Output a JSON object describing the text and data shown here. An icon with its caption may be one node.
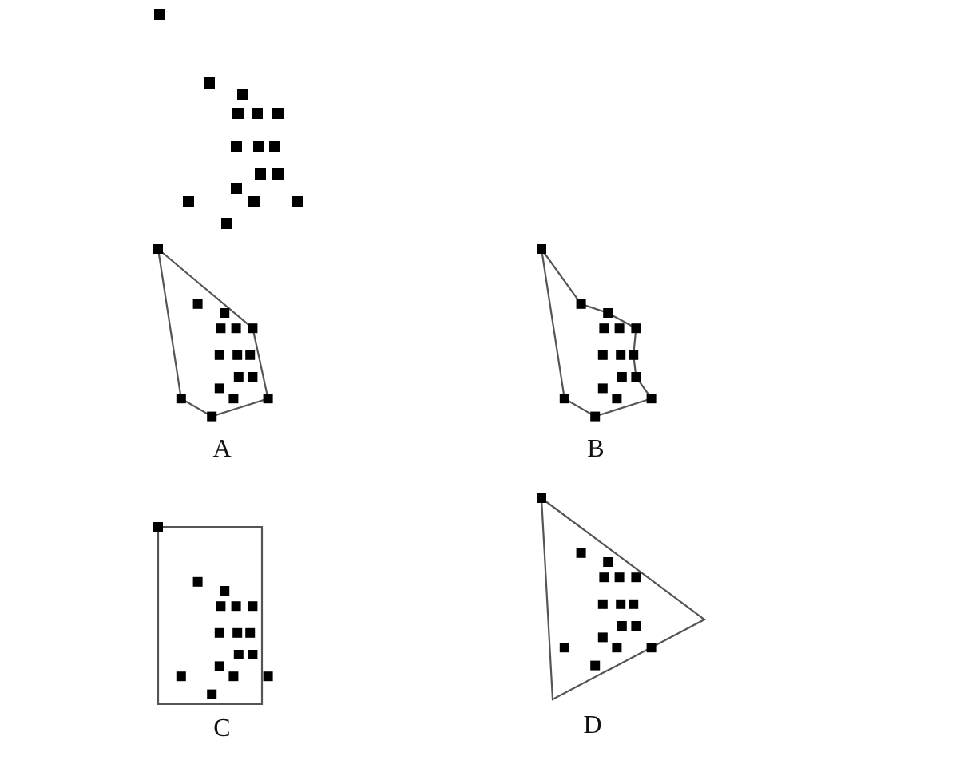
{
  "diagram": {
    "labels": [
      "A",
      "B",
      "C",
      "D"
    ]
  }
}
